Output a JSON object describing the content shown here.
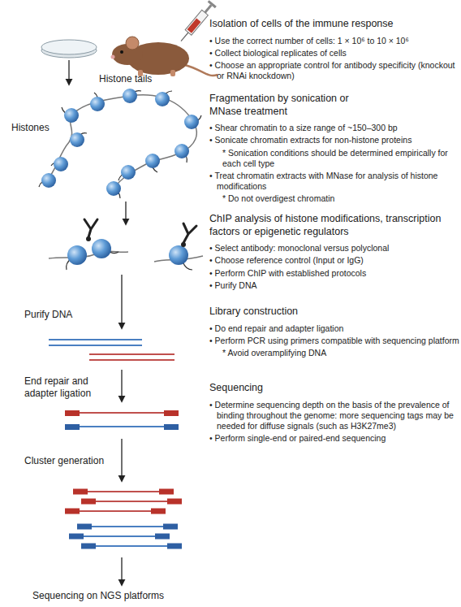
{
  "diagram": {
    "labels": [
      "Isolation of cells of the immune response",
      "• Use the correct number of cells: 1 × 10⁶ to 10 × 10⁶",
      "• Collect biological replicates of cells",
      "• Choose an appropriate control for antibody specificity (knockout or RNAi knockdown)",
      "Fragmentation by sonication or MNase treatment",
      "• Shear chromatin to a size range of ~150–300 bp",
      "• Sonicate chromatin extracts for non-histone proteins",
      "* Sonication conditions should be determined empirically for each cell type",
      "• Treat chromatin extracts with MNase for analysis of histone modifications",
      "* Do not overdigest chromatin",
      "ChIP analysis of histone modifications, transcription factors or epigenetic regulators",
      "• Select antibody: monoclonal versus polyclonal",
      "• Choose reference control (Input or IgG)",
      "• Perform ChIP with established protocols",
      "• Purify DNA",
      "Library construction",
      "• Do end repair and adapter ligation",
      "• Perform PCR using primers compatible with sequencing platform",
      "* Avoid overamplifying DNA",
      "Sequencing",
      "• Determine sequencing depth on the basis of the prevalence of binding throughout the genome: more sequencing tags may be needed for diffuse signals (such as H3K27me3)",
      "• Perform single-end or paired-end sequencing",
      "Histone tails",
      "Histones",
      "Purify DNA",
      "End repair and adapter ligation",
      "Cluster generation",
      "Sequencing on NGS platforms"
    ]
  }
}
